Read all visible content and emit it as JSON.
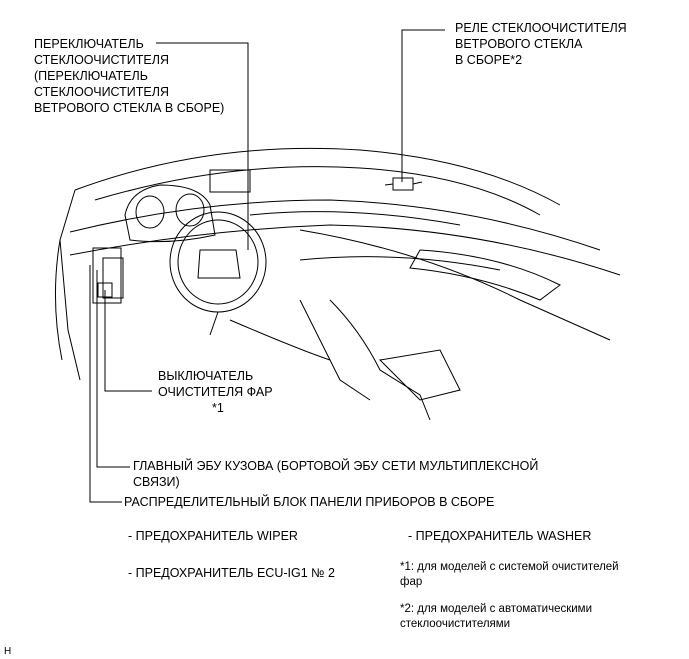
{
  "labels": {
    "wiper_switch": {
      "line1": "ПЕРЕКЛЮЧАТЕЛЬ",
      "line2": "СТЕКЛООЧИСТИТЕЛЯ",
      "line3": "(ПЕРЕКЛЮЧАТЕЛЬ",
      "line4": "СТЕКЛООЧИСТИТЕЛЯ",
      "line5": "ВЕТРОВОГО СТЕКЛА В СБОРЕ)"
    },
    "wiper_relay": {
      "line1": "РЕЛЕ СТЕКЛООЧИСТИТЕЛЯ",
      "line2": "ВЕТРОВОГО СТЕКЛА",
      "line3": "В СБОРЕ*2"
    },
    "headlamp_cleaner_switch": {
      "line1": "ВЫКЛЮЧАТЕЛЬ",
      "line2": "ОЧИСТИТЕЛЯ ФАР",
      "line3": "*1"
    },
    "main_body_ecu": {
      "line1": "ГЛАВНЫЙ ЭБУ КУЗОВА (БОРТОВОЙ ЭБУ СЕТИ МУЛЬТИПЛЕКСНОЙ",
      "line2": "СВЯЗИ)"
    },
    "junction_block": "РАСПРЕДЕЛИТЕЛЬНЫЙ БЛОК ПАНЕЛИ ПРИБОРОВ В СБОРЕ"
  },
  "fuses": {
    "wiper": "- ПРЕДОХРАНИТЕЛЬ WIPER",
    "washer": "- ПРЕДОХРАНИТЕЛЬ WASHER",
    "ecu_ig1": "- ПРЕДОХРАНИТЕЛЬ ECU-IG1 № 2"
  },
  "notes": {
    "note1_line1": "*1: для моделей с системой очистителей",
    "note1_line2": "фар",
    "note2_line1": "*2: для моделей с автоматическими",
    "note2_line2": "стеклоочистителями"
  },
  "corner_mark": "H"
}
